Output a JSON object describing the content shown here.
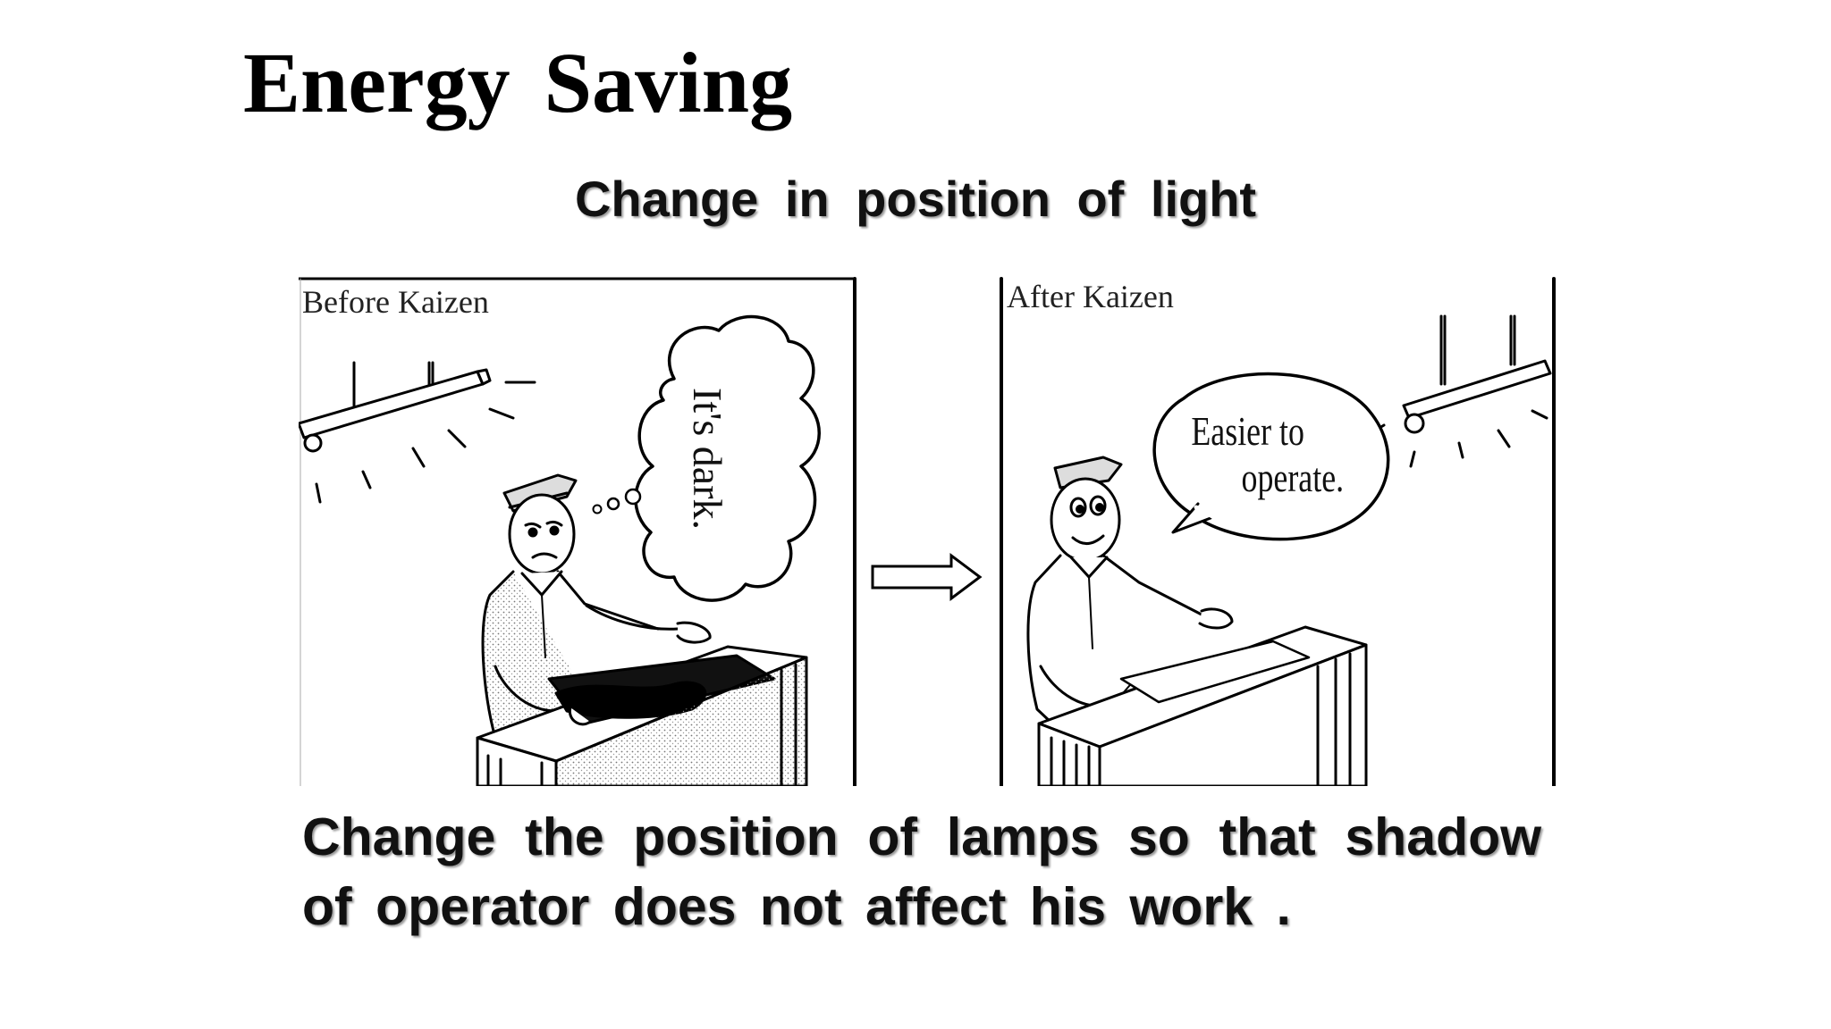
{
  "slide": {
    "title": "Energy Saving",
    "subtitle": "Change in position of light",
    "caption": "Change the position of lamps so that shadow of operator does not affect his work ."
  },
  "before_panel": {
    "label": "Before Kaizen",
    "thought": "It's dark."
  },
  "after_panel": {
    "label": "After Kaizen",
    "speech_line1": "Easier to",
    "speech_line2": "operate."
  }
}
